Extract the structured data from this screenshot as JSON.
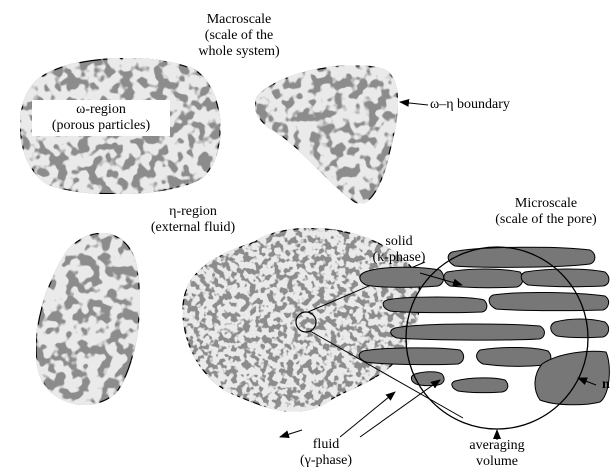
{
  "labels": {
    "macroscale": [
      "Macroscale",
      "(scale of the",
      "whole system)"
    ],
    "omega_region": [
      "ω-region",
      "(porous particles)"
    ],
    "boundary": "ω–η boundary",
    "eta_region": [
      "η-region",
      "(external fluid)"
    ],
    "microscale": [
      "Microscale",
      "(scale of the pore)"
    ],
    "solid": [
      "solid",
      "(κ-phase)"
    ],
    "fluid": [
      "fluid",
      "(γ-phase)"
    ],
    "averaging": [
      "averaging",
      "volume"
    ],
    "normal": "n"
  },
  "colors": {
    "particle": "#8c8c8c",
    "pore_mottle": "#d2d2d2",
    "outline": "#000000",
    "solid_bar": "#777777"
  }
}
